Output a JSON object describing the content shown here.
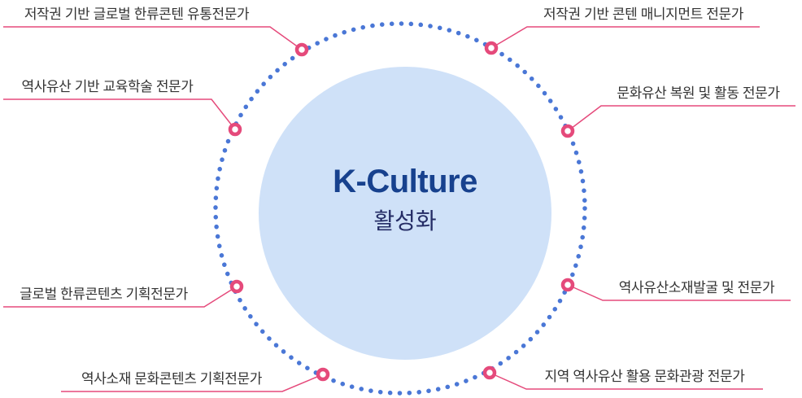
{
  "center": {
    "title": "K-Culture",
    "subtitle": "활성화"
  },
  "labels": [
    {
      "text": "저작권 기반 글로벌 한류콘텐 유통전문가"
    },
    {
      "text": "저작권 기반 콘텐 매니지먼트 전문가"
    },
    {
      "text": "역사유산 기반 교육학술 전문가"
    },
    {
      "text": "문화유산 복원 및 활동 전문가"
    },
    {
      "text": "글로벌 한류콘텐츠 기획전문가"
    },
    {
      "text": "역사유산소재발굴 및 전문가"
    },
    {
      "text": "역사소재 문화콘텐츠 기획전문가"
    },
    {
      "text": "지역 역사유산 활용 문화관광 전문가"
    }
  ],
  "colors": {
    "accent_pink": "#e54a7b",
    "dot_blue": "#4a77d6",
    "circle_fill": "#cfe1f8",
    "title_blue": "#17418e",
    "subtitle_navy": "#252d66",
    "label_text": "#333333"
  }
}
